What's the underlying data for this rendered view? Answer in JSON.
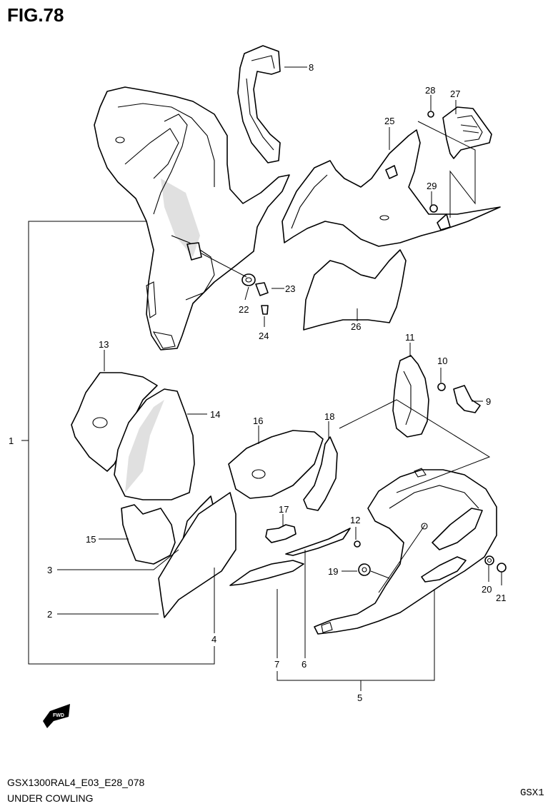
{
  "figure": {
    "title": "FIG.78",
    "code": "GSX1300RAL4_E03_E28_078",
    "name": "UNDER COWLING",
    "model": "GSX1"
  },
  "callouts": [
    "1",
    "2",
    "3",
    "4",
    "5",
    "6",
    "7",
    "8",
    "9",
    "10",
    "11",
    "12",
    "13",
    "14",
    "15",
    "16",
    "17",
    "18",
    "19",
    "20",
    "21",
    "22",
    "23",
    "24",
    "25",
    "26",
    "27",
    "28",
    "29"
  ],
  "icons": {
    "fwd": "fwd-arrow-icon"
  }
}
